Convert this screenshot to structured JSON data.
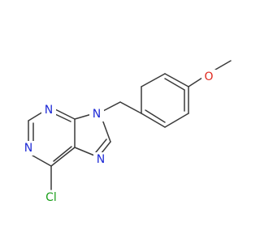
{
  "molecule": {
    "atoms": {
      "o_methoxy": "O",
      "n1": "N",
      "n3": "N",
      "n7": "N",
      "n9": "N",
      "cl": "Cl"
    },
    "colors": {
      "bond": "#3a3a3a",
      "nitrogen": "#1e2ad6",
      "oxygen": "#e0281e",
      "chlorine": "#1a9f1a"
    }
  }
}
